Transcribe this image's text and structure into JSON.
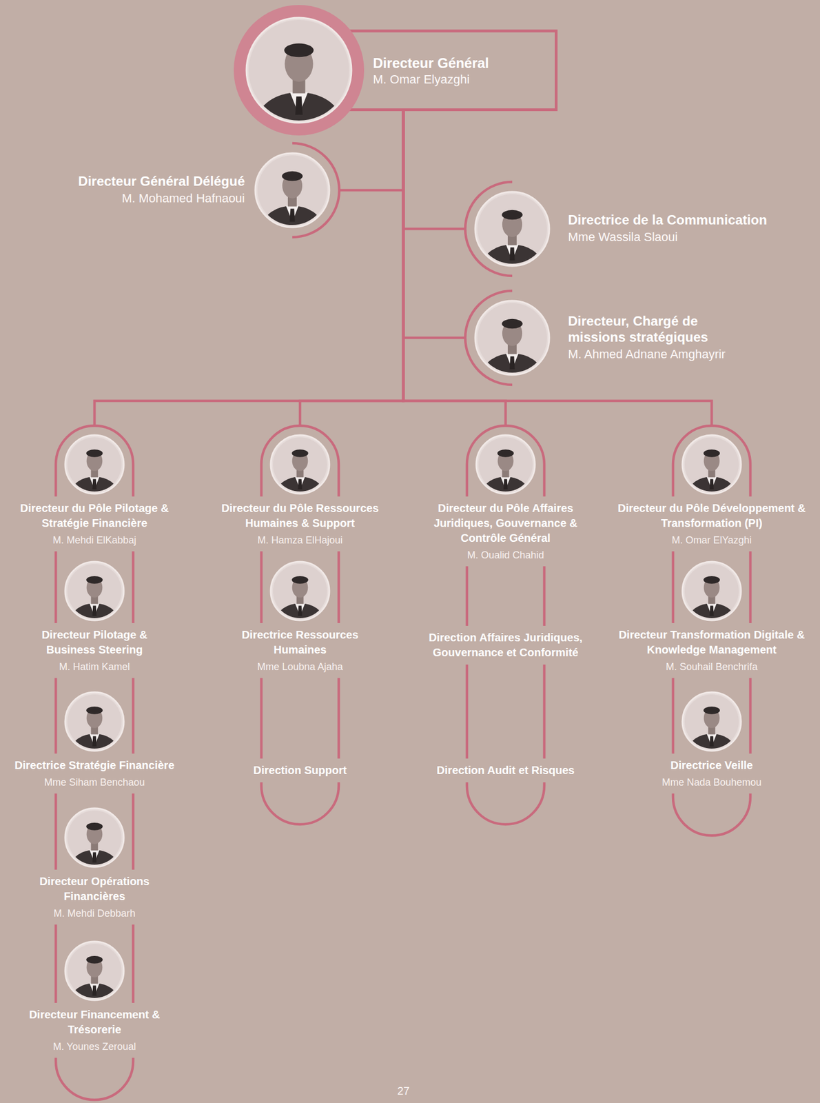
{
  "diagram": {
    "nodes": [
      {
        "text": [
          "Directeur Général",
          "M. Omar Elyazghi"
        ]
      },
      {
        "text": [
          "Directeur Général Délégué",
          "M. Mohamed Hafnaoui"
        ]
      },
      {
        "text": [
          "Directrice de la Communication",
          "Mme Wassila Slaoui"
        ]
      },
      {
        "text": [
          "Directeur, Chargé de missions stratégiques",
          "M. Ahmed Adnane Amghayrir"
        ]
      },
      {
        "text": [
          "Directeur du Pôle Pilotage & Stratégie Financière",
          "M. Mehdi ElKabbaj"
        ]
      },
      {
        "text": [
          "Directeur Pilotage & Business Steering",
          "M. Hatim Kamel"
        ]
      },
      {
        "text": [
          "Directrice Stratégie Financière",
          "Mme Siham Benchaou"
        ]
      },
      {
        "text": [
          "Directeur Opérations Financières",
          "M. Mehdi Debbarh"
        ]
      },
      {
        "text": [
          "Directeur Financement & Trésorerie",
          "M. Younes Zeroual"
        ]
      },
      {
        "text": [
          "Directeur du Pôle Ressources Humaines & Support",
          "M. Hamza ElHajoui"
        ]
      },
      {
        "text": [
          "Directrice Ressources Humaines",
          "Mme Loubna Ajaha"
        ]
      },
      {
        "text": [
          "Direction Support"
        ]
      },
      {
        "text": [
          "Directeur du Pôle Affaires Juridiques, Gouvernance & Contrôle Général",
          "M. Oualid Chahid"
        ]
      },
      {
        "text": [
          "Direction Affaires Juridiques, Gouvernance et Conformité"
        ]
      },
      {
        "text": [
          "Direction Audit et Risques"
        ]
      },
      {
        "text": [
          "Directeur du Pôle Développement & Transformation (PI)",
          "M. Omar ElYazghi"
        ]
      },
      {
        "text": [
          "Directeur Transformation Digitale & Knowledge Management",
          "M. Souhail Benchrifa"
        ]
      },
      {
        "text": [
          "Directrice Veille",
          "Mme Nada Bouhemou"
        ]
      }
    ],
    "edges": [
      {
        "from": 0,
        "to": 1,
        "arrow": "none"
      },
      {
        "from": 0,
        "to": 2,
        "arrow": "none"
      },
      {
        "from": 0,
        "to": 3,
        "arrow": "none"
      },
      {
        "from": 0,
        "to": 4,
        "arrow": "none"
      },
      {
        "from": 0,
        "to": 9,
        "arrow": "none"
      },
      {
        "from": 0,
        "to": 12,
        "arrow": "none"
      },
      {
        "from": 0,
        "to": 15,
        "arrow": "none"
      }
    ],
    "labels": [
      "27"
    ]
  }
}
